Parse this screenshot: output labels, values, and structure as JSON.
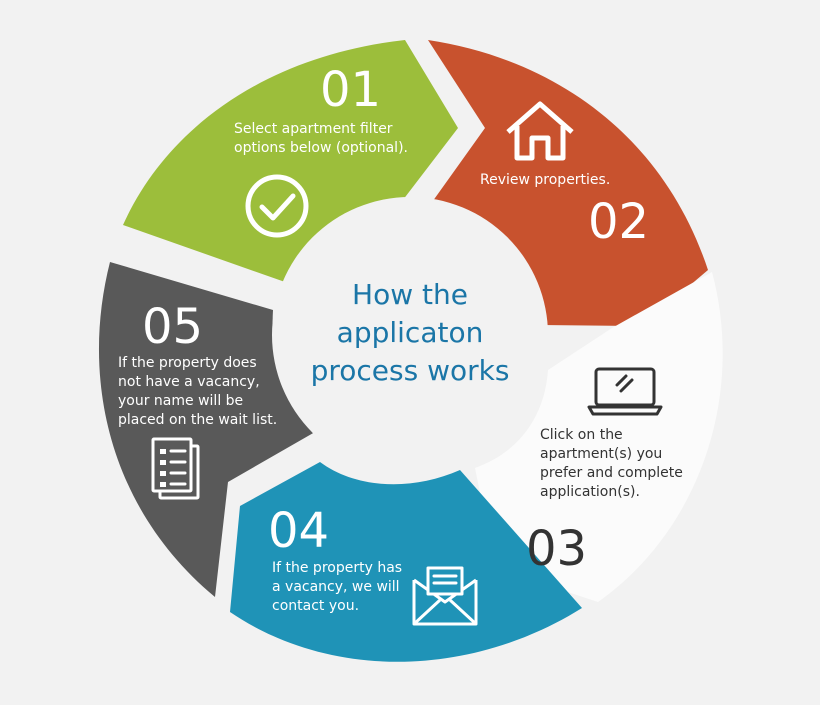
{
  "center": {
    "title": "How the\napplicaton\nprocess works"
  },
  "colors": {
    "step1": "#9cbe3b",
    "step2": "#c8522e",
    "step3": "#fbfbfb",
    "step4": "#1f93b7",
    "step5": "#595959",
    "title": "#1b76a7",
    "background": "#f2f2f2"
  },
  "steps": [
    {
      "number": "01",
      "text": "Select apartment filter\noptions below (optional).",
      "icon": "checkmark-circle-icon"
    },
    {
      "number": "02",
      "text": "Review properties.",
      "icon": "house-icon"
    },
    {
      "number": "03",
      "text": "Click on the\napartment(s) you\nprefer and complete\napplication(s).",
      "icon": "laptop-icon"
    },
    {
      "number": "04",
      "text": "If the property has\na vacancy, we will\ncontact you.",
      "icon": "envelope-icon"
    },
    {
      "number": "05",
      "text": "If the property does\nnot have a vacancy,\nyour name will be\nplaced on the wait list.",
      "icon": "checklist-document-icon"
    }
  ]
}
